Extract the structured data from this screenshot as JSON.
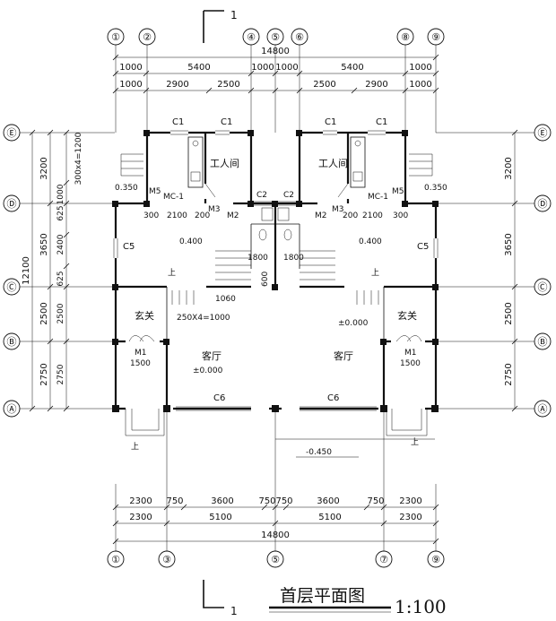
{
  "axes_top": [
    "①",
    "②",
    "④",
    "⑤",
    "⑥",
    "⑧",
    "⑨"
  ],
  "axes_bottom": [
    "①",
    "③",
    "⑤",
    "⑦",
    "⑨"
  ],
  "axes_rows": [
    "Ⓔ",
    "Ⓓ",
    "Ⓒ",
    "Ⓑ",
    "Ⓐ"
  ],
  "section_mark": "1",
  "top_dims": {
    "overall": "14800",
    "row1": [
      "1000",
      "5400",
      "1000",
      "1000",
      "5400",
      "1000"
    ],
    "row2": [
      "1000",
      "2900",
      "2500",
      "2500",
      "2900",
      "1000"
    ]
  },
  "bottom_dims": {
    "row1": [
      "2300",
      "750",
      "3600",
      "750",
      "750",
      "3600",
      "750",
      "2300"
    ],
    "row2": [
      "2300",
      "5100",
      "5100",
      "2300"
    ],
    "overall": "14800"
  },
  "left_dims": {
    "outer": [
      "3200",
      "3650",
      "2500",
      "2750"
    ],
    "total": "12100",
    "inner": [
      "1000",
      "625",
      "2400",
      "625",
      "2500",
      "2750"
    ],
    "stair_label": "300x4=1200"
  },
  "right_dims": [
    "3200",
    "3650",
    "2500",
    "2750"
  ],
  "rooms": {
    "servant_left": "工人间",
    "servant_right": "工人间",
    "foyer_left": "玄关",
    "foyer_right": "玄关",
    "living_left": "客厅",
    "living_right": "客厅"
  },
  "tags": {
    "c1": "C1",
    "c2": "C2",
    "c5": "C5",
    "c6": "C6",
    "m1": "M1",
    "m2": "M2",
    "m3": "M3",
    "m5": "M5",
    "mc1": "MC-1",
    "up": "上"
  },
  "levels": {
    "l0350": "0.350",
    "l0400": "0.400",
    "l0000": "±0.000",
    "l0450": "-0.450"
  },
  "misc": {
    "d300": "300",
    "d2100": "2100",
    "d200": "200",
    "d1800": "1800",
    "d1060": "1060",
    "d600": "600",
    "d1500": "1500",
    "stair": "250X4=1000"
  },
  "title": "首层平面图",
  "scale": "1:100"
}
